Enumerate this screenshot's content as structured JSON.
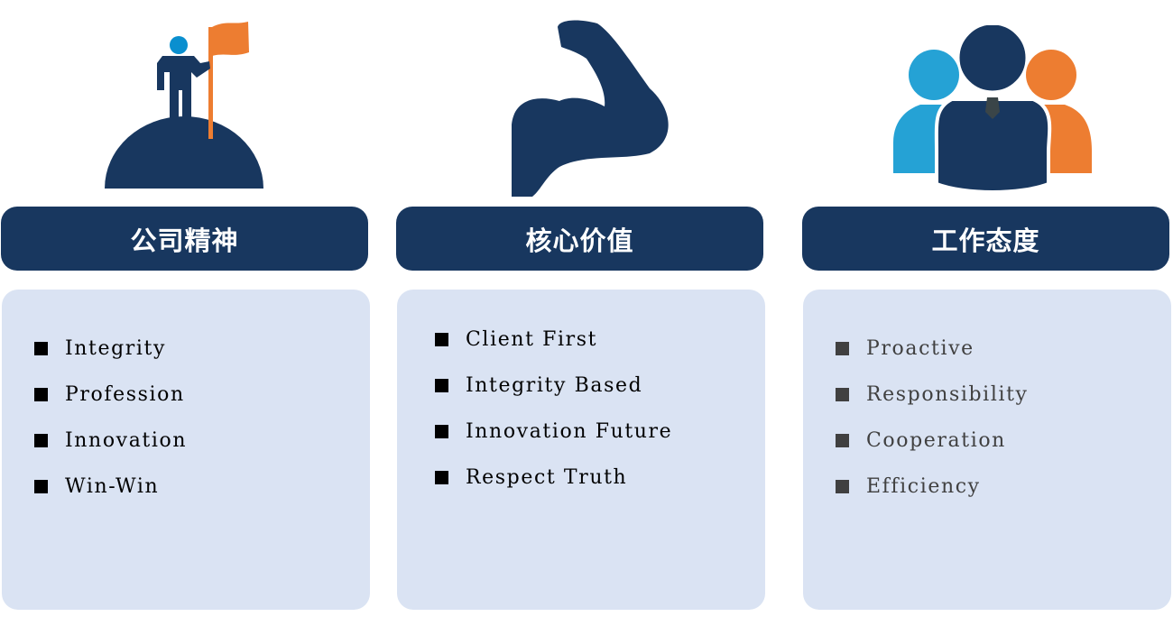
{
  "columns": [
    {
      "title": "公司精神",
      "icon": "person-flag-on-hill-icon",
      "items": [
        "Integrity",
        "Profession",
        "Innovation",
        "Win-Win"
      ]
    },
    {
      "title": "核心价值",
      "icon": "flexed-arm-icon",
      "items": [
        "Client First",
        "Integrity Based",
        "Innovation Future",
        "Respect Truth"
      ]
    },
    {
      "title": "工作态度",
      "icon": "team-people-icon",
      "items": [
        "Proactive",
        "Responsibility",
        "Cooperation",
        "Efficiency"
      ]
    }
  ],
  "colors": {
    "navy": "#18375f",
    "card": "#dae3f3",
    "orange": "#ed7d31",
    "blue": "#25a2d5"
  }
}
